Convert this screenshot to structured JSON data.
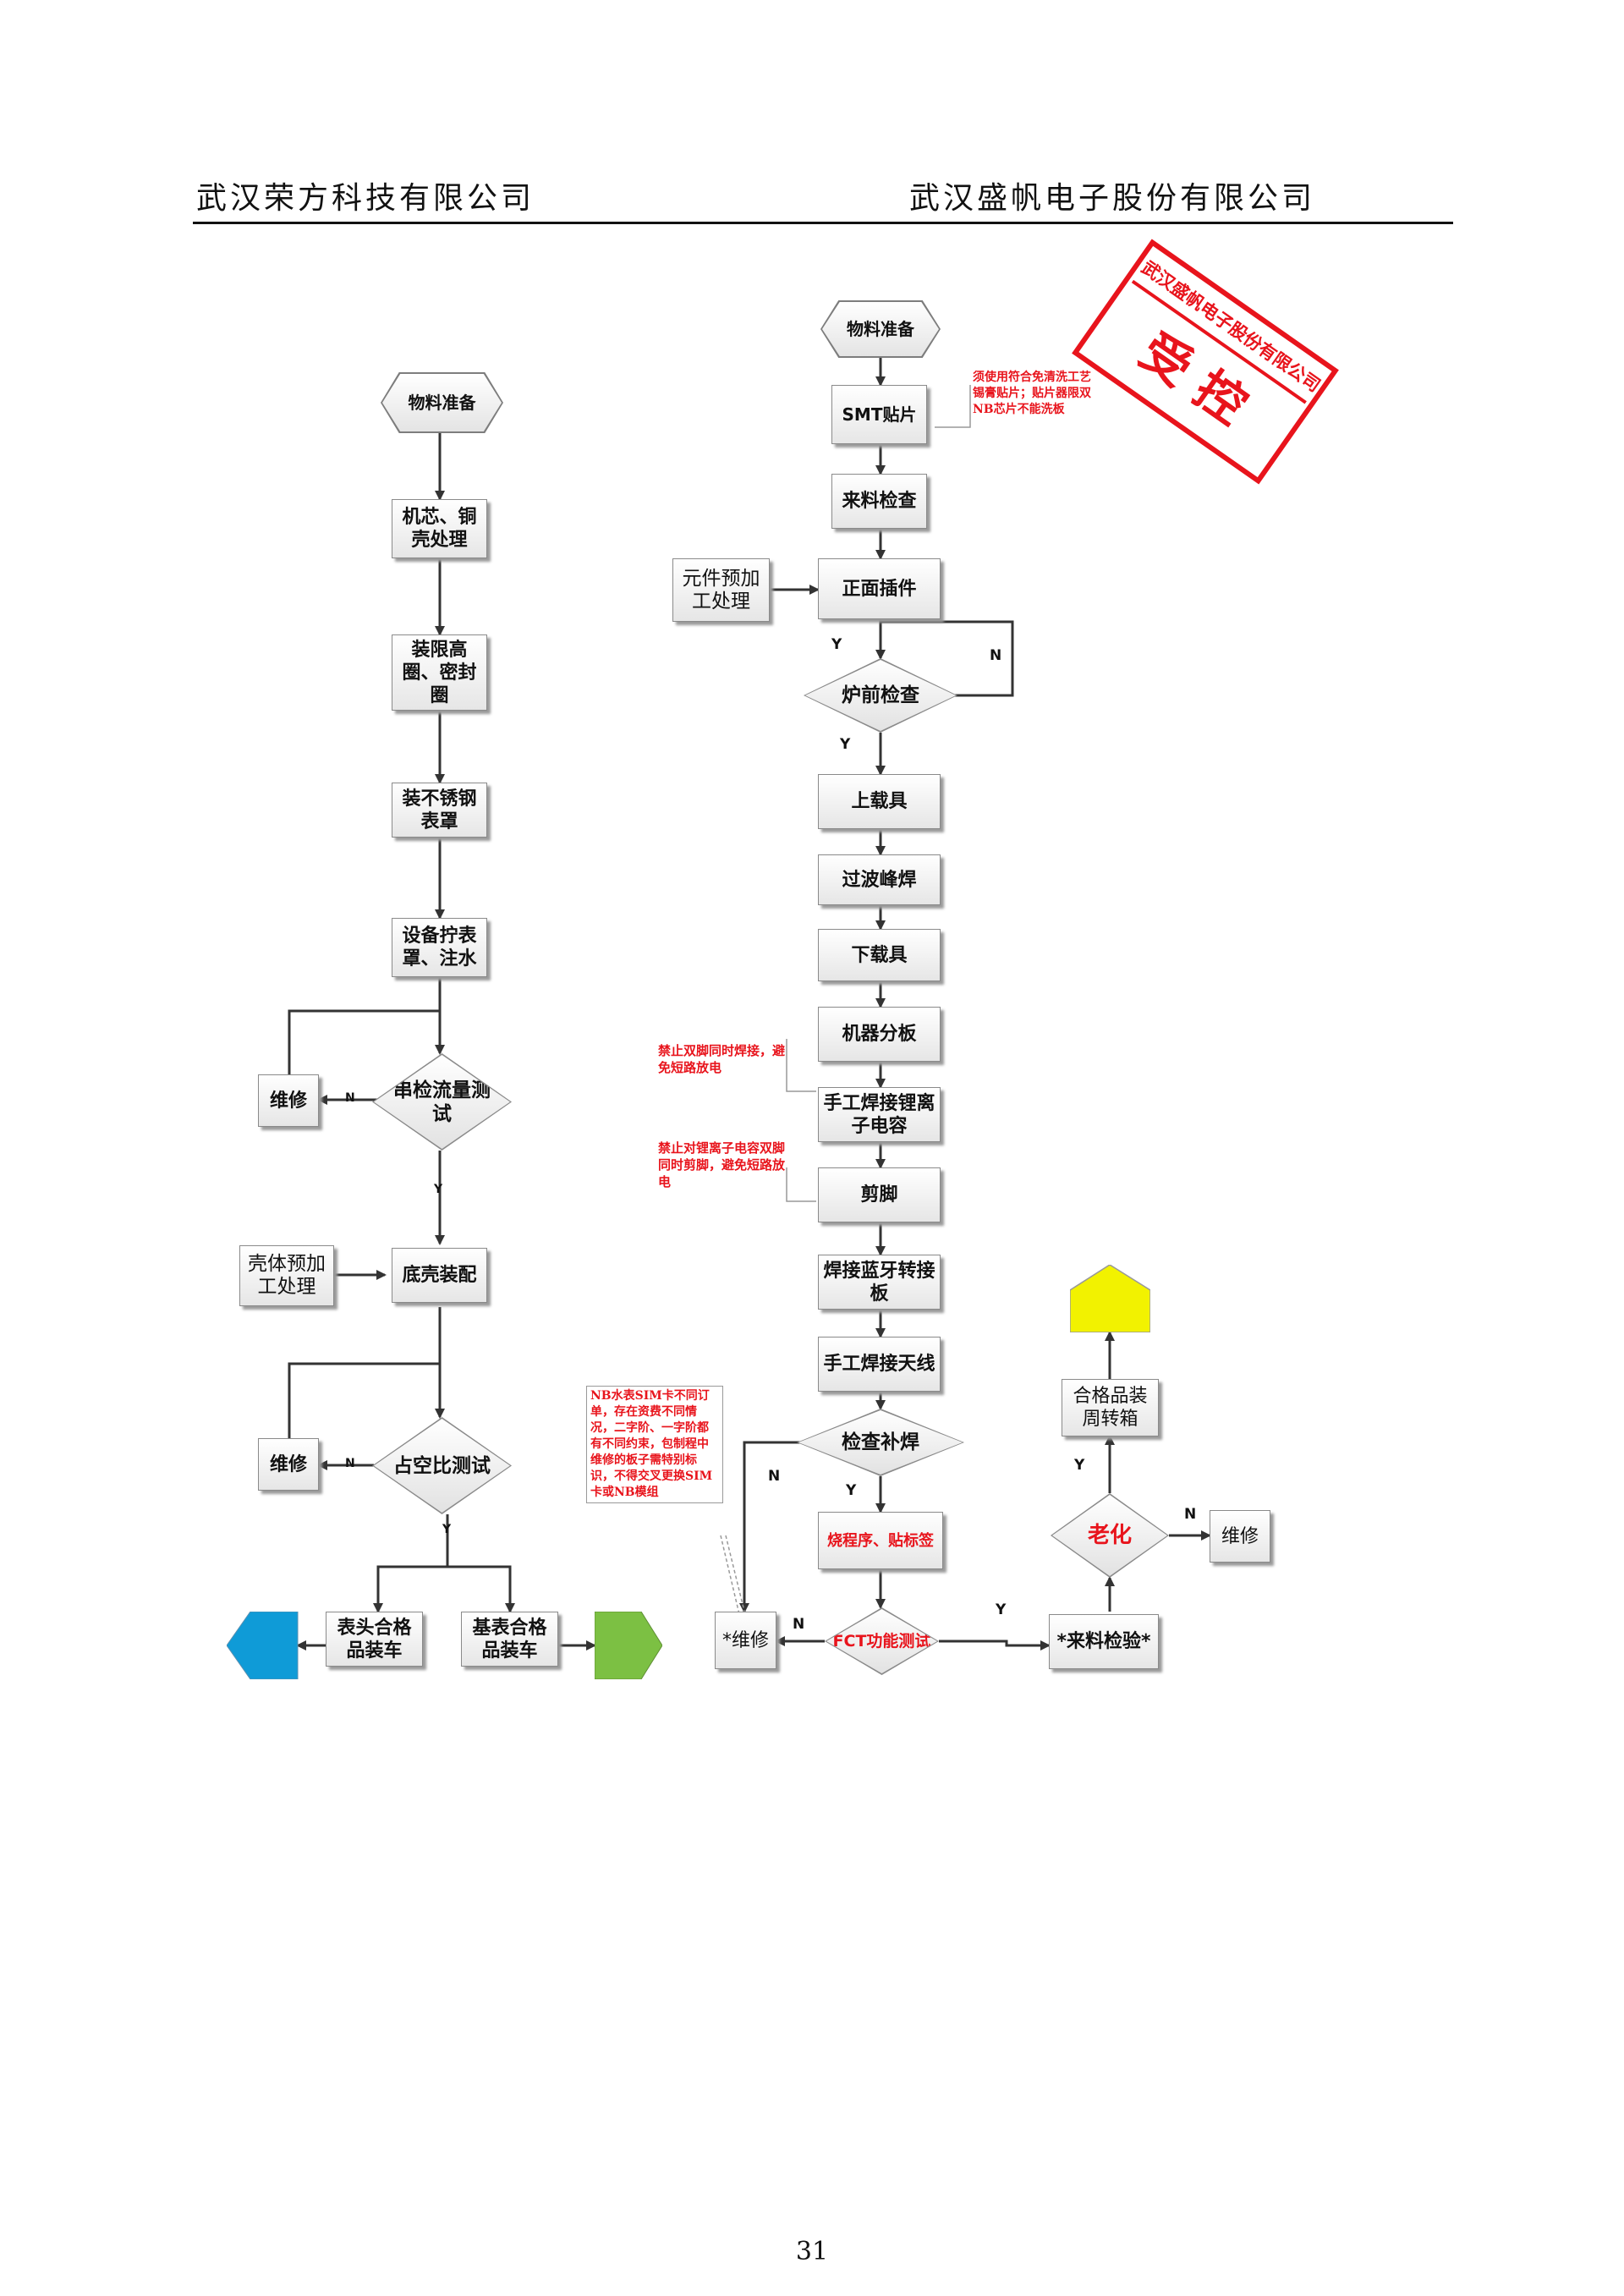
{
  "header": {
    "left": "武汉荣方科技有限公司",
    "right": "武汉盛帆电子股份有限公司"
  },
  "page_number": "31",
  "stamp": {
    "company": "武汉盛帆电子股份有限公司",
    "mark": "受 控",
    "color": "#e8141c"
  },
  "left_flow": {
    "start": "物料准备",
    "step1": "机芯、铜壳处理",
    "step2": "装限高圈、密封圈",
    "step3": "装不锈钢表罩",
    "step4": "设备拧表罩、注水",
    "check1": "串检流量测试",
    "repair1": "维修",
    "shell_pre": "壳体预加工处理",
    "step5": "底壳装配",
    "check2": "占空比测试",
    "repair2": "维修",
    "head_ok": "表头合格品装车",
    "base_ok": "基表合格品装车",
    "colors": {
      "head_arrow": "#0f9bd7",
      "base_arrow": "#7cc043"
    }
  },
  "right_flow": {
    "start": "物料准备",
    "smt": "SMT贴片",
    "smt_note": "须使用符合免清洗工艺锡膏贴片；贴片器限双NB芯片不能洗板",
    "incoming": "来料检查",
    "component_pre": "元件预加工处理",
    "front_insert": "正面插件",
    "pre_furnace": "炉前检查",
    "load": "上载具",
    "wave": "过波峰焊",
    "unload": "下载具",
    "split": "机器分板",
    "li_cap": "手工焊接锂离子电容",
    "li_note": "禁止双脚同时焊接，避免短路放电",
    "trim": "剪脚",
    "trim_note": "禁止对锂离子电容双脚同时剪脚，避免短路放电",
    "bt": "焊接蓝牙转接板",
    "antenna": "手工焊接天线",
    "check_fix": "检查补焊",
    "sim_note": "NB水表SIM卡不同订单，存在资费不同情况，二字阶、一字阶都有不同约束，包制程中维修的板子需特别标识，不得交叉更换SIM卡或NB模组",
    "program": "烧程序、贴标签",
    "fct": "FCT功能测试",
    "repair": "*维修",
    "incoming_check": "*来料检验*",
    "aging": "老化",
    "aging_repair": "维修",
    "qualified": "合格品装周转箱",
    "final_color": "#f2f200"
  },
  "labels": {
    "yes": "Y",
    "no": "N"
  }
}
